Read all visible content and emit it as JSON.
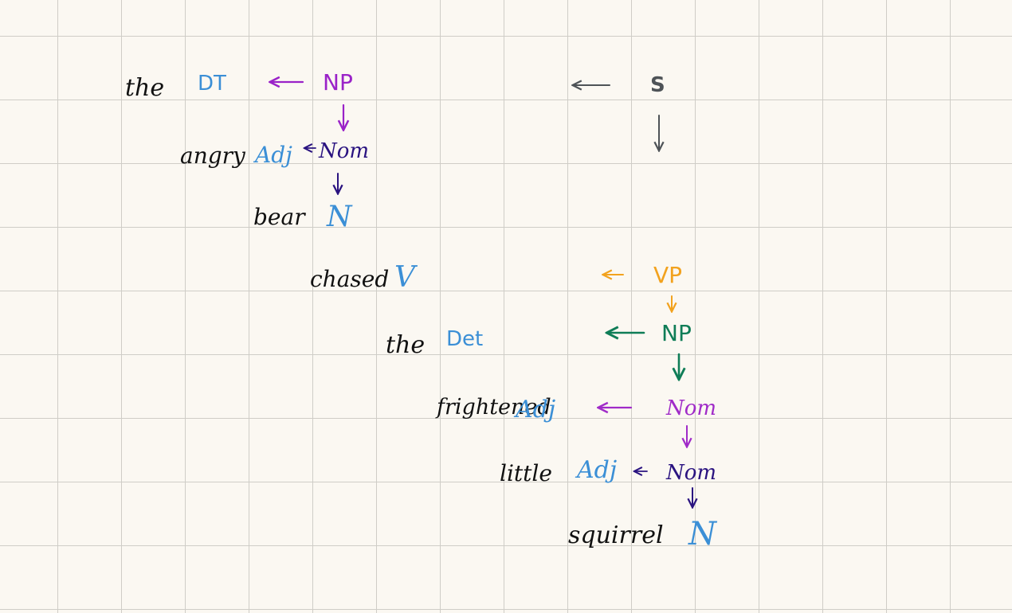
{
  "colors": {
    "word": "#111111",
    "pos": "#3b8fd6",
    "np_top": "#9a22c8",
    "nom_dark": "#2a1380",
    "s": "#4e5357",
    "vp": "#f2a21e",
    "np_obj": "#0f7d57",
    "nom_obj": "#a02bc8"
  },
  "tree": {
    "root": "S",
    "subject": {
      "np": "NP",
      "det": {
        "tag": "DT",
        "word": "the"
      },
      "nom": "Nom",
      "adj": {
        "tag": "Adj",
        "word": "angry"
      },
      "n": {
        "tag": "N",
        "word": "bear"
      }
    },
    "verb": {
      "tag": "V",
      "word": "chased"
    },
    "vp": "VP",
    "object": {
      "np": "NP",
      "det": {
        "tag": "Det",
        "word": "the"
      },
      "nom": "Nom",
      "adj1": {
        "tag": "Adj",
        "word": "frightened"
      },
      "nom2": "Nom",
      "adj2": {
        "tag": "Adj",
        "word": "little"
      },
      "n": {
        "tag": "N",
        "word": "squirrel"
      }
    }
  }
}
